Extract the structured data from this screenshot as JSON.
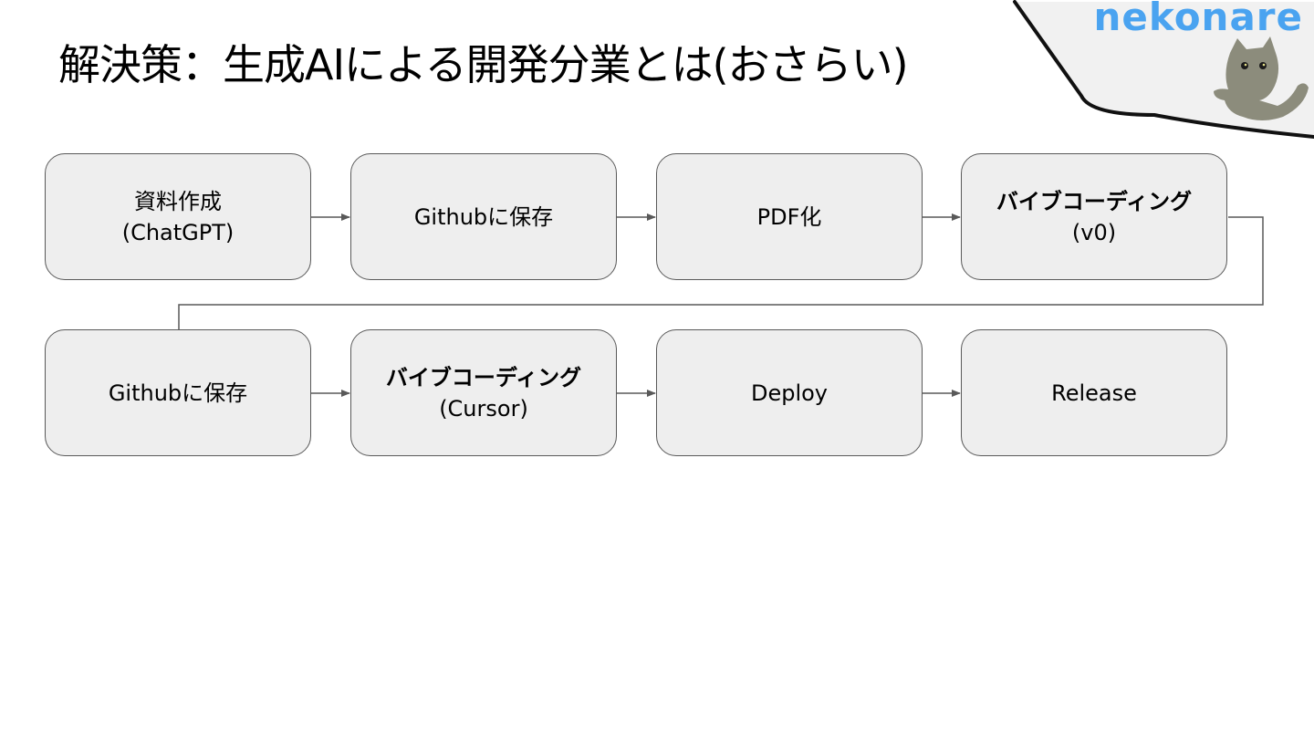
{
  "slide": {
    "title": "解決策：生成AIによる開発分業とは(おさらい)"
  },
  "logo": {
    "text": "nekonare",
    "color": "#4aa3f0",
    "mascot": "gray-cat-icon"
  },
  "flow": {
    "nodes": [
      {
        "line1": "資料作成",
        "line2": "(ChatGPT)"
      },
      {
        "line1": "Githubに保存",
        "line2": ""
      },
      {
        "line1": "PDF化",
        "line2": ""
      },
      {
        "line1": "バイブコーディング",
        "line2": "(v0)"
      },
      {
        "line1": "Githubに保存",
        "line2": ""
      },
      {
        "line1": "バイブコーディング",
        "line2": "(Cursor)"
      },
      {
        "line1": "Deploy",
        "line2": ""
      },
      {
        "line1": "Release",
        "line2": ""
      }
    ],
    "box_fill": "#eeeeee",
    "box_border": "#595959",
    "connector_color": "#595959"
  }
}
